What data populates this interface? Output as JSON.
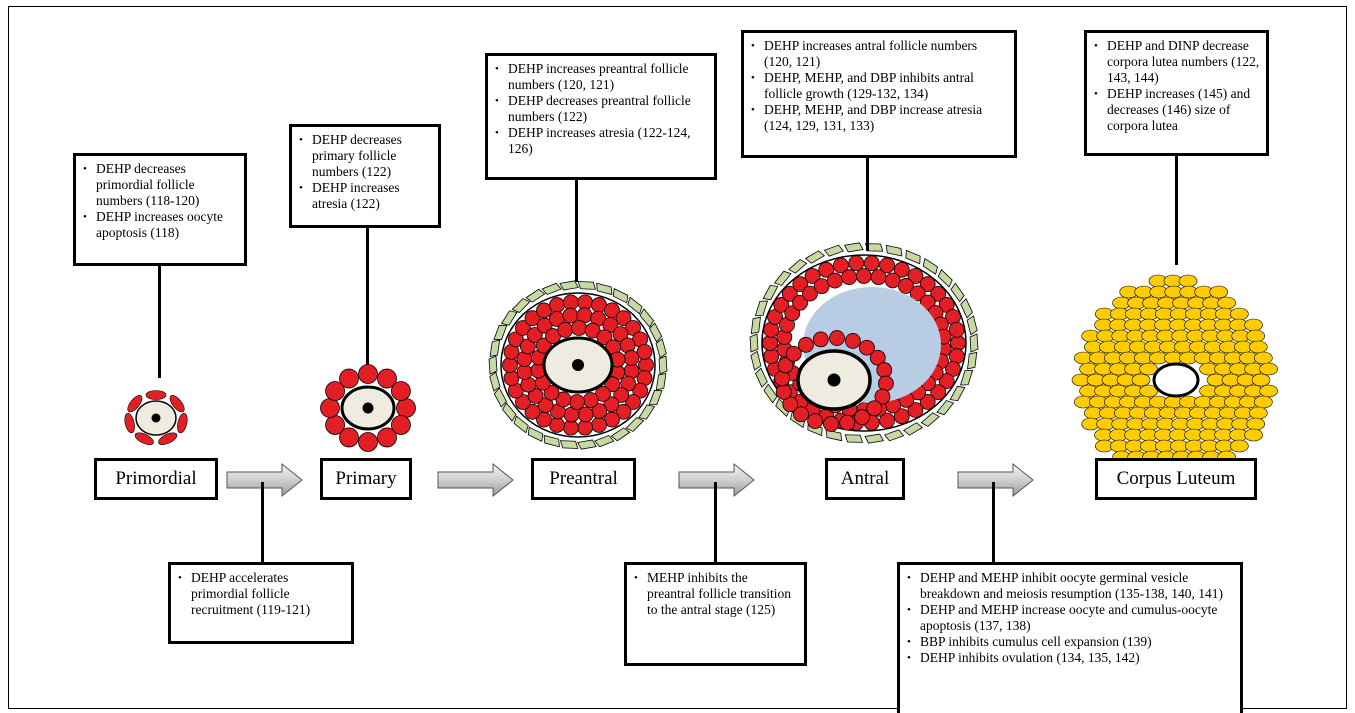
{
  "stages": [
    "Primordial",
    "Primary",
    "Preantral",
    "Antral",
    "Corpus Luteum"
  ],
  "top_notes": {
    "primordial": [
      "DEHP decreases primordial follicle numbers (118-120)",
      "DEHP increases oocyte apoptosis (118)"
    ],
    "primary": [
      "DEHP decreases primary follicle numbers (122)",
      "DEHP increases atresia (122)"
    ],
    "preantral": [
      "DEHP increases preantral follicle numbers (120, 121)",
      "DEHP decreases preantral follicle numbers (122)",
      "DEHP increases atresia (122-124, 126)"
    ],
    "antral": [
      "DEHP increases antral follicle numbers (120, 121)",
      "DEHP, MEHP, and DBP inhibits antral follicle growth (129-132, 134)",
      "DEHP, MEHP, and DBP increase atresia (124, 129, 131, 133)"
    ],
    "corpus_luteum": [
      "DEHP and DINP decrease corpora lutea numbers (122, 143, 144)",
      "DEHP increases (145) and decreases (146) size of corpora lutea"
    ]
  },
  "bottom_notes": {
    "recruitment": [
      "DEHP accelerates primordial follicle recruitment (119-121)"
    ],
    "preantral_to_antral": [
      "MEHP inhibits the preantral follicle transition to the antral stage (125)"
    ],
    "ovulation": [
      "DEHP and MEHP inhibit oocyte germinal vesicle breakdown and meiosis resumption (135-138, 140, 141)",
      "DEHP and MEHP increase oocyte and cumulus-oocyte apoptosis (137, 138)",
      "BBP inhibits cumulus cell expansion (139)",
      "DEHP inhibits ovulation (134, 135, 142)"
    ]
  },
  "colors": {
    "granulosa": "#e31e24",
    "theca": "#c6d9a3",
    "oocyte": "#eeece1",
    "antrum": "#b8cce4",
    "luteal": "#ffcc00",
    "arrow": "#d0d0d0"
  }
}
